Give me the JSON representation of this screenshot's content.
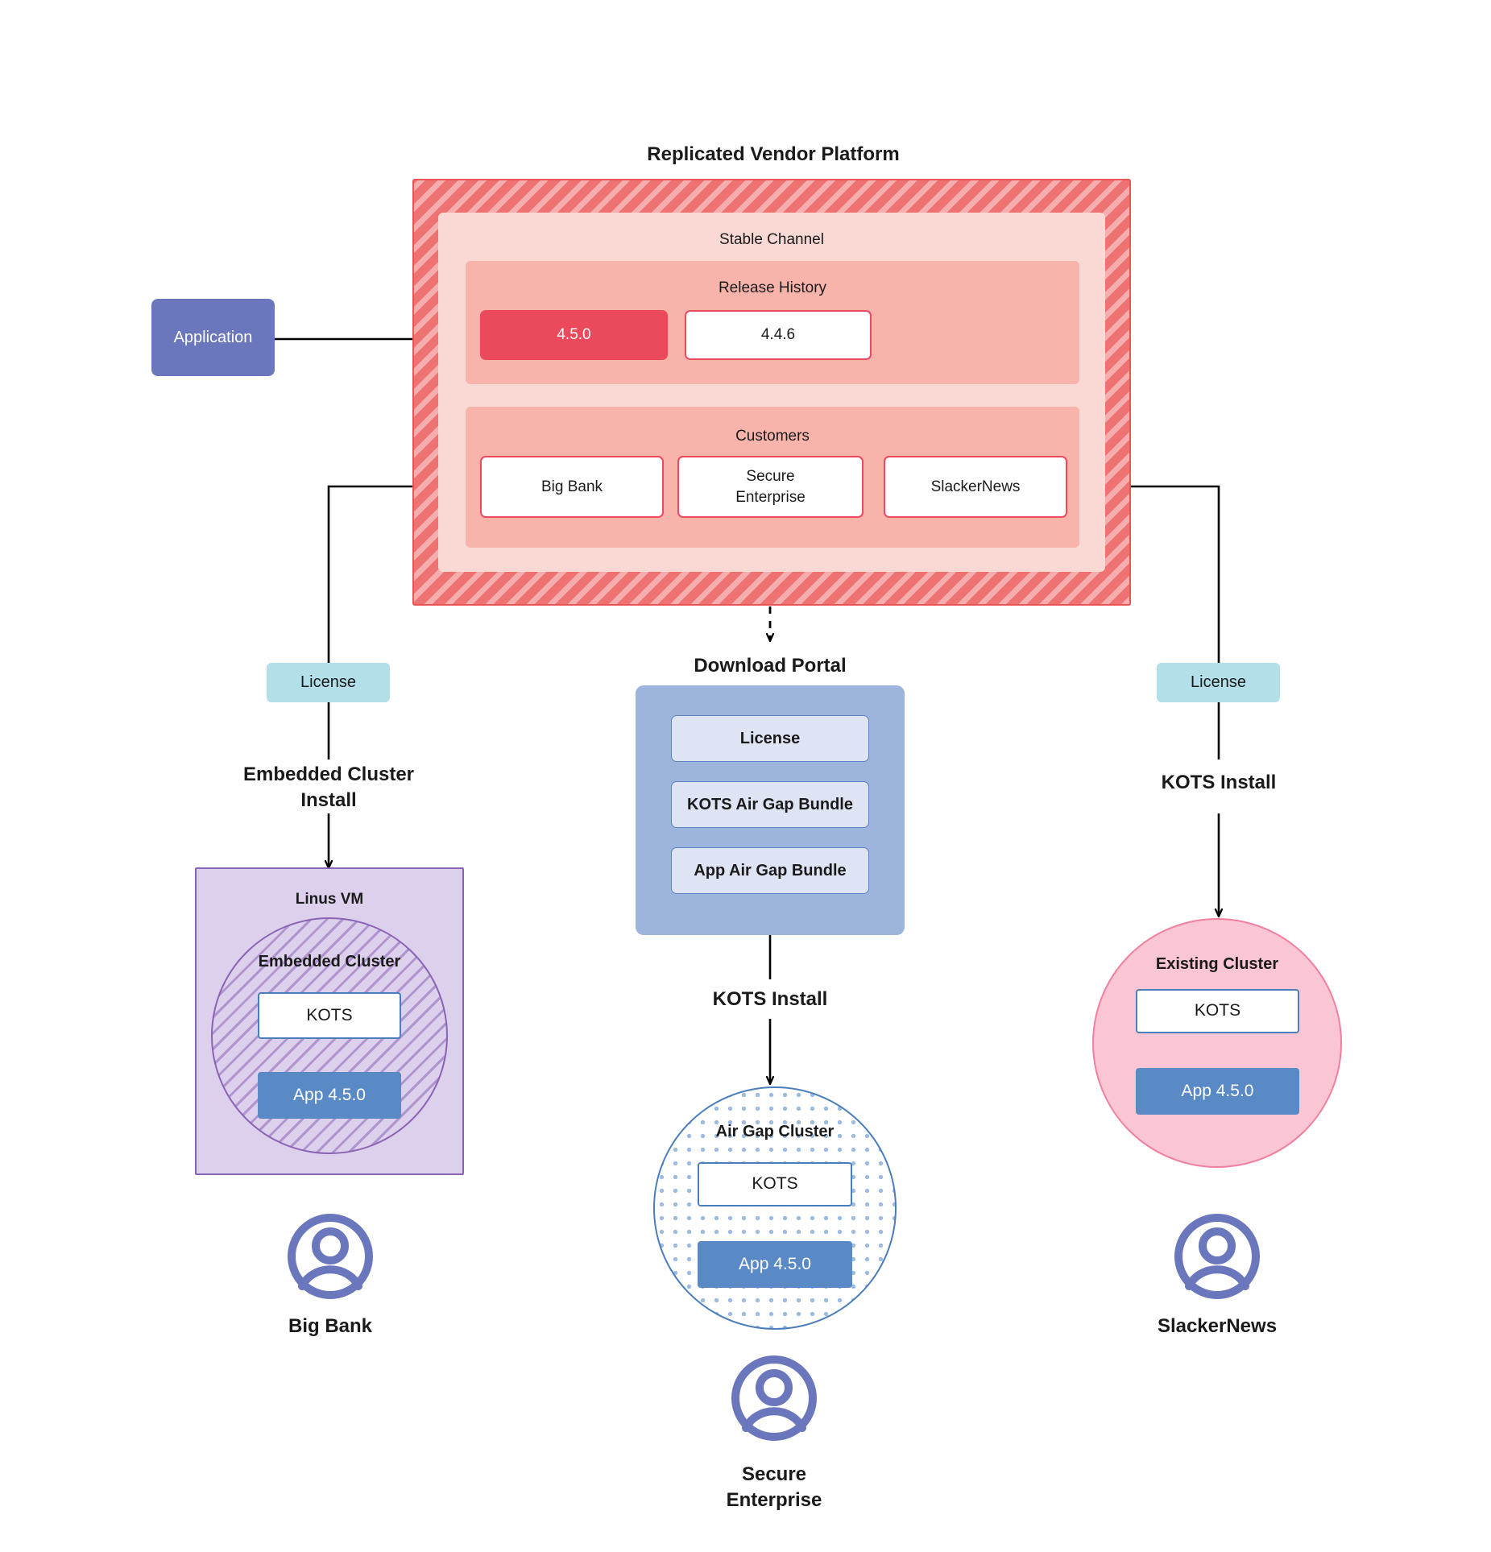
{
  "diagram": {
    "title": "Replicated Vendor Platform"
  },
  "application": {
    "label": "Application"
  },
  "platform": {
    "stable_channel": {
      "title": "Stable Channel",
      "release_history": {
        "title": "Release History",
        "releases": [
          {
            "version": "4.5.0",
            "state": "current"
          },
          {
            "version": "4.4.6",
            "state": "past"
          }
        ]
      },
      "customers": {
        "title": "Customers",
        "items": [
          {
            "name": "Big Bank"
          },
          {
            "name": "Secure\nEnterprise"
          },
          {
            "name": "SlackerNews"
          }
        ]
      }
    }
  },
  "left_column": {
    "license_label": "License",
    "install_label": "Embedded Cluster\nInstall",
    "vm_title": "Linus VM",
    "cluster_title": "Embedded Cluster",
    "kots_label": "KOTS",
    "app_label": "App 4.5.0",
    "person_label": "Big Bank"
  },
  "center_column": {
    "portal_title": "Download  Portal",
    "portal_items": [
      {
        "label": "License"
      },
      {
        "label": "KOTS Air Gap Bundle"
      },
      {
        "label": "App Air Gap Bundle"
      }
    ],
    "install_label": "KOTS Install",
    "cluster_title": "Air Gap Cluster",
    "kots_label": "KOTS",
    "app_label": "App 4.5.0",
    "person_label": "Secure\nEnterprise"
  },
  "right_column": {
    "license_label": "License",
    "install_label": "KOTS Install",
    "cluster_title": "Existing Cluster",
    "kots_label": "KOTS",
    "app_label": "App 4.5.0",
    "person_label": "SlackerNews"
  },
  "colors": {
    "platform_hatch": "#ef7272",
    "platform_border": "#ea5455",
    "stable_channel_bg": "#fad9d4",
    "sub_panel_bg": "#f8b4ab",
    "release_current": "#ea4a5c",
    "application": "#6a77bd",
    "license": "#b3dfe8",
    "portal": "#9db4dc",
    "portal_item": "#dfe4f4",
    "vm": "#dcd0ec",
    "vm_border": "#8a63b5",
    "airgap_border": "#4a7ebb",
    "existing_cluster": "#fac6d3",
    "existing_cluster_border": "#f07fa0",
    "app_box": "#5a8ac5",
    "person": "#6a77bd"
  }
}
